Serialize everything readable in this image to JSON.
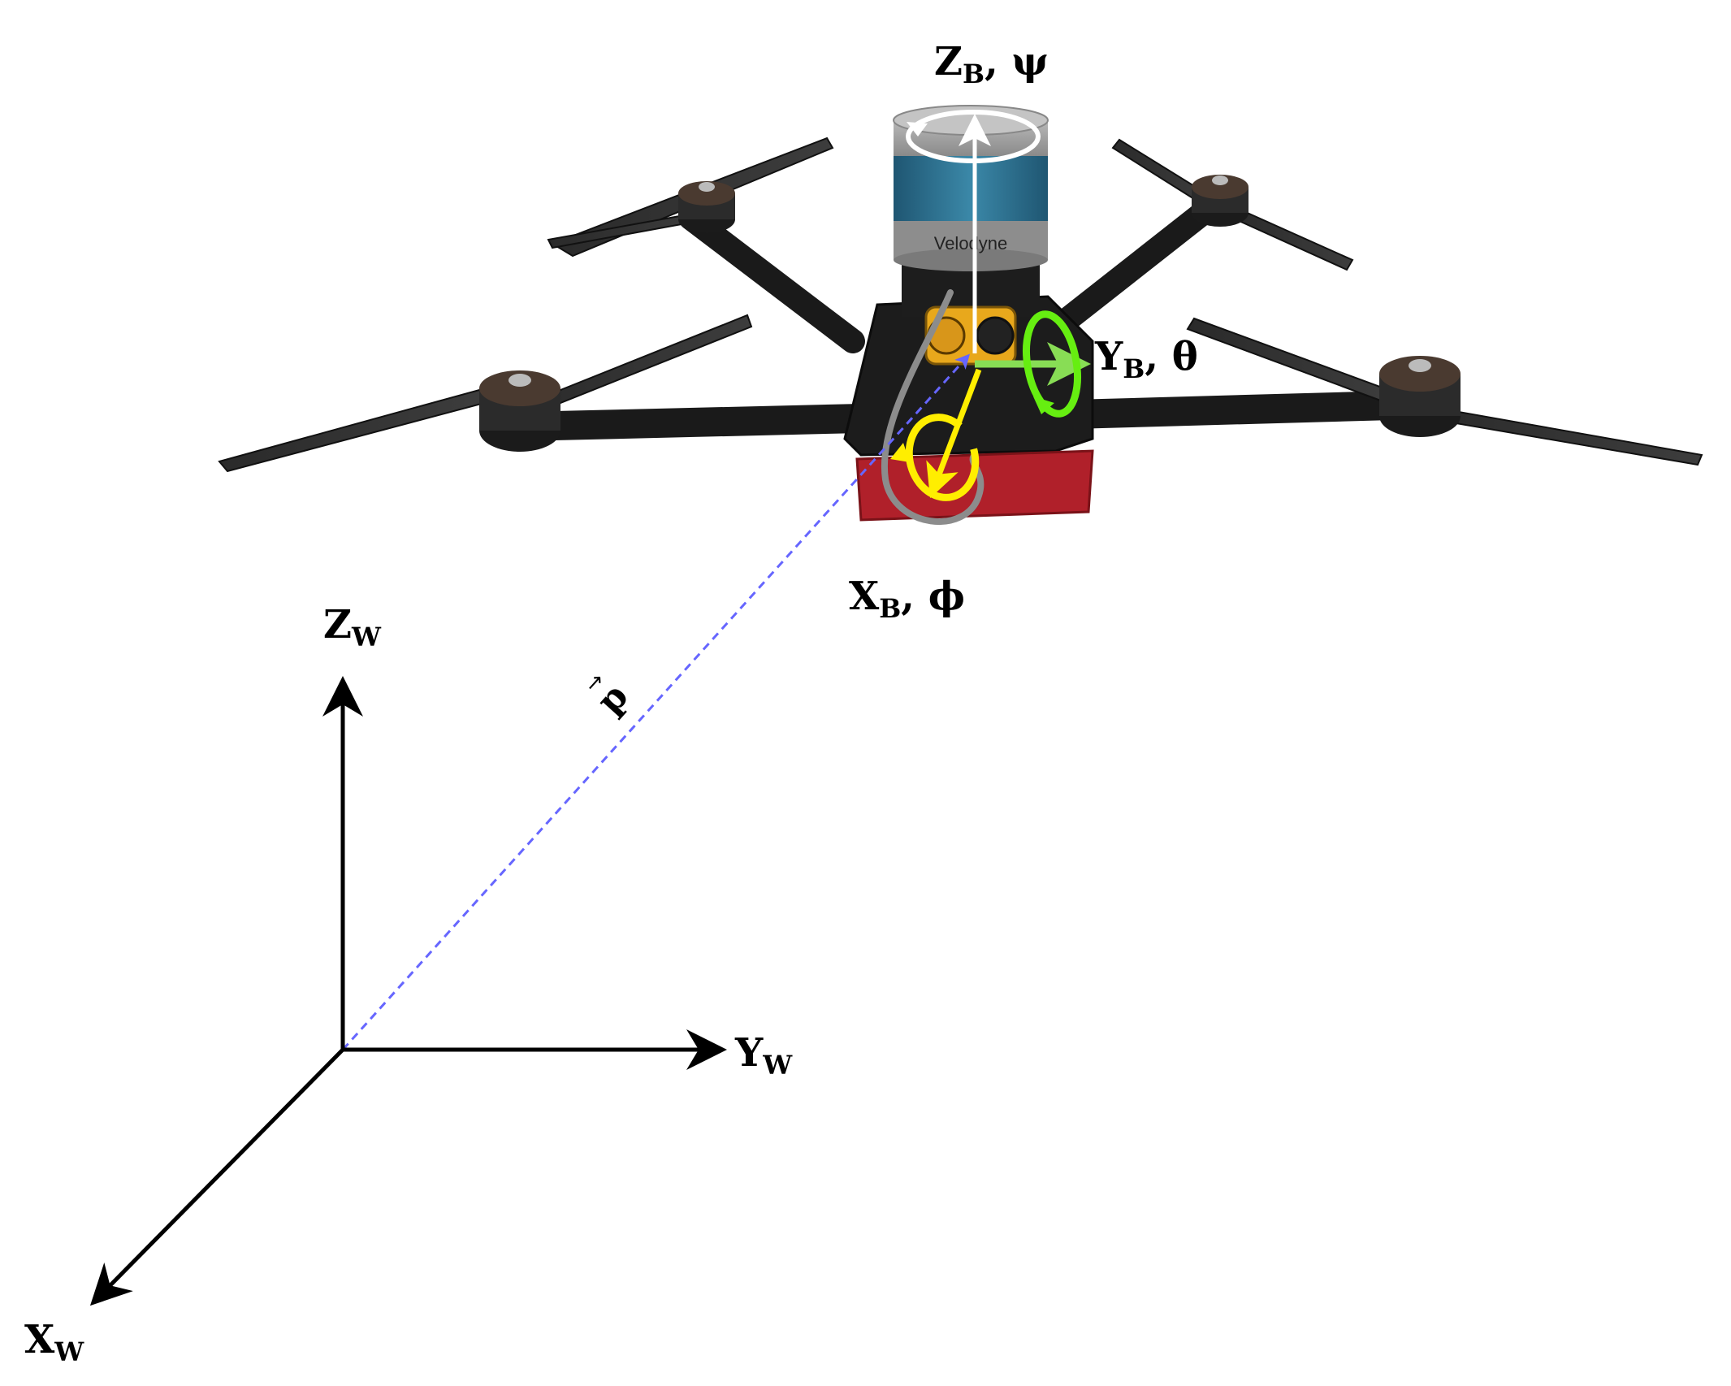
{
  "labels": {
    "zb_main": "Z",
    "zb_sub": "B",
    "zb_angle": ", ψ",
    "yb_main": "Y",
    "yb_sub": "B",
    "yb_angle": ", θ",
    "xb_main": "X",
    "xb_sub": "B",
    "xb_angle": ", ϕ",
    "zw_main": "Z",
    "zw_sub": "W",
    "yw_main": "Y",
    "yw_sub": "W",
    "xw_main": "X",
    "xw_sub": "W",
    "position_vector": "p",
    "lidar_brand": "Velodyne"
  },
  "colors": {
    "world_axes": "#000000",
    "position_vector": "#6666ff",
    "body_z": "#ffffff",
    "body_y": "#88dd55",
    "body_y_rotation": "#66ee11",
    "body_x": "#ffee00",
    "lidar_top": "#9a9a9a",
    "lidar_band": "#2c6f8f",
    "frame": "#1a1a1a",
    "bottom_mount": "#b0202a",
    "battery": "#e8a81c"
  },
  "icons": {
    "drone": "quadcopter-photo",
    "rotation_z": "rotation-arrow-icon",
    "rotation_y": "rotation-arrow-icon",
    "rotation_x": "rotation-arrow-icon"
  }
}
